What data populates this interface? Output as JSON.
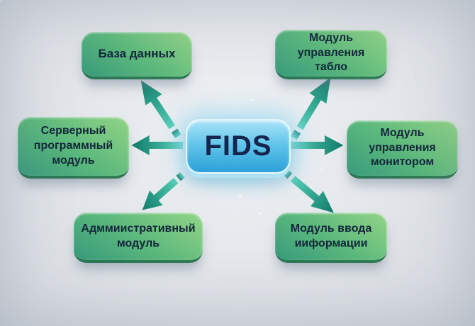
{
  "diagram": {
    "center_node": {
      "label": "FIDS",
      "color_top": "#a9e3f8",
      "color_bottom": "#2da0d8",
      "text_color": "#16254d"
    },
    "nodes": [
      {
        "id": "database",
        "label": "База данных"
      },
      {
        "id": "board-control-module",
        "label": "Модуль\nуправления табло"
      },
      {
        "id": "server-software-module",
        "label": "Серверный\nпрограммный\nмодуль"
      },
      {
        "id": "monitor-control-module",
        "label": "Модуль\nуправления\nмонитором"
      },
      {
        "id": "administrative-module",
        "label": "Адммиистративный\nмодуль"
      },
      {
        "id": "information-input-module",
        "label": "Модуль ввода\nииформации"
      }
    ],
    "node_colors": {
      "gradient_light": "#93d487",
      "gradient_dark": "#389a7c",
      "bevel": "#226c4e",
      "text": "#12263a"
    },
    "arrows": [
      {
        "direction": "up-left"
      },
      {
        "direction": "up-right"
      },
      {
        "direction": "left"
      },
      {
        "direction": "right"
      },
      {
        "direction": "down-left"
      },
      {
        "direction": "down-right"
      }
    ],
    "arrow_colors": {
      "tail": "#52cdb4",
      "head": "#117a68"
    },
    "background": {
      "base": "#e4e7eb",
      "glow": "#96daf2"
    }
  }
}
